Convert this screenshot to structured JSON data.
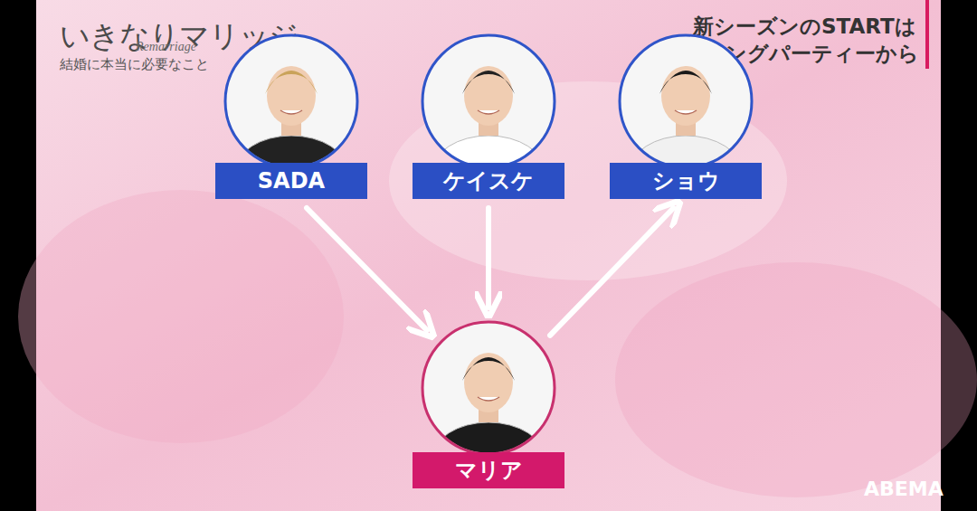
{
  "diagram": {
    "title": "いきなりマリッジ",
    "nodes": [
      {
        "text": [
          "SADA"
        ]
      },
      {
        "text": [
          "ケイスケ"
        ]
      },
      {
        "text": [
          "ショウ"
        ]
      },
      {
        "text": [
          "マリア"
        ]
      }
    ],
    "edges": [
      {
        "from": 0,
        "to": 3,
        "arrow": "to"
      },
      {
        "from": 1,
        "to": 3,
        "arrow": "to"
      },
      {
        "from": 3,
        "to": 2,
        "arrow": "to"
      }
    ],
    "labels": [
      "Remarriage",
      "結婚に本当に必要なこと",
      "新シーズンのSTARTは",
      "マッチングパーティーから",
      "ABEMA"
    ]
  }
}
